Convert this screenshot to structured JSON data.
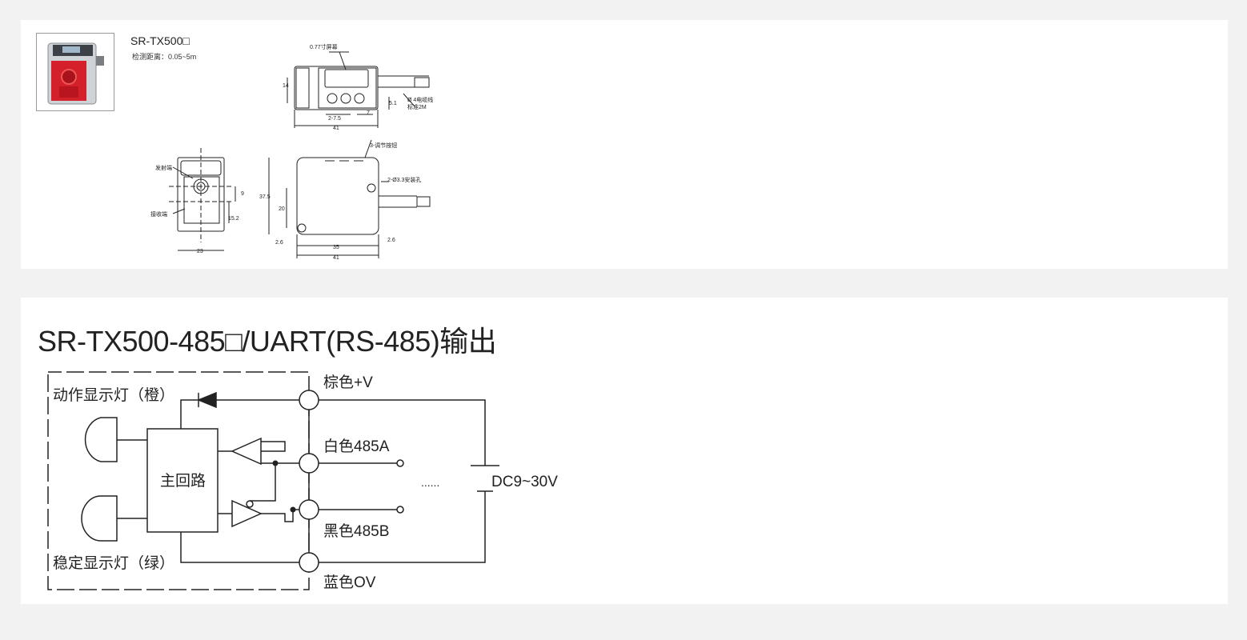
{
  "product": {
    "model": "SR-TX500□",
    "spec": "检测距离：0.05~5m"
  },
  "top_drawing": {
    "dims": {
      "screen": "0.77寸屏幕",
      "h14": "14",
      "w27_5": "2-7.5",
      "w7": "7",
      "d5_1": "5.1",
      "w41": "41",
      "cable": "Ø 4电缆线",
      "cable_len": "标准2M"
    }
  },
  "front_drawing": {
    "labels": {
      "emitter": "发射端",
      "receiver": "接收端",
      "d9": "9",
      "d15_2": "15.2",
      "w23": "23"
    }
  },
  "side_drawing": {
    "labels": {
      "buttons": "3-调节按钮",
      "holes": "2-Ø3.3安装孔",
      "h37_5": "37.5",
      "h20": "20",
      "l2_6": "2.6",
      "r2_6": "2.6",
      "w35": "35",
      "w41": "41"
    }
  },
  "circuit": {
    "title": "SR-TX500-485□/UART(RS-485)输出",
    "action_led": "动作显示灯（橙）",
    "stable_led": "稳定显示灯（绿）",
    "main_circuit": "主回路",
    "brown": "棕色+V",
    "white": "白色485A",
    "black": "黑色485B",
    "blue": "蓝色OV",
    "supply": "DC9~30V",
    "dots": "......"
  }
}
